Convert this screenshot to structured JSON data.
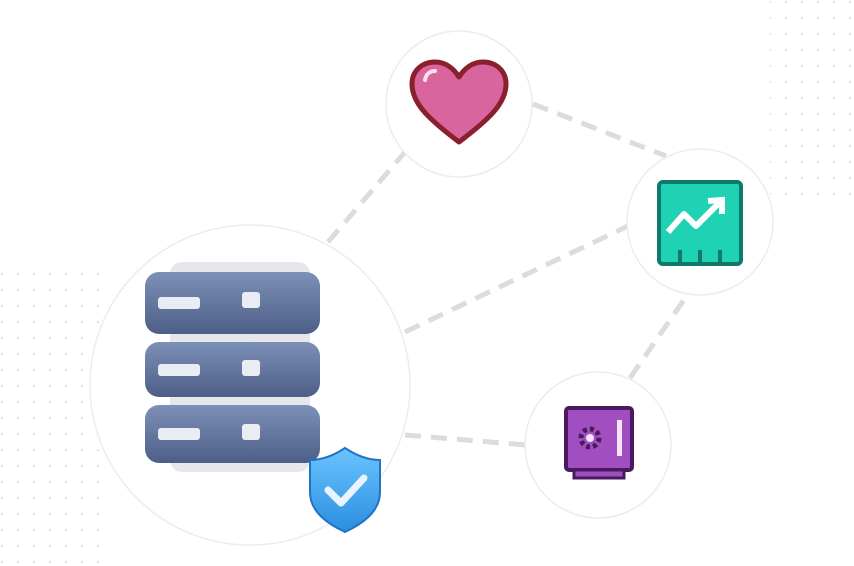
{
  "nodes": [
    {
      "id": "server",
      "icon": "server-stack-icon",
      "badge": "shield-check-icon"
    },
    {
      "id": "heart",
      "icon": "heart-icon"
    },
    {
      "id": "growth",
      "icon": "trend-chart-icon"
    },
    {
      "id": "safe",
      "icon": "safe-vault-icon"
    }
  ],
  "colors": {
    "server": "#5c6f98",
    "server_light": "#e8e9ec",
    "shield": "#3aa6f0",
    "heart_fill": "#d9659f",
    "heart_stroke": "#8a1f2e",
    "chart_fill": "#1fd2b4",
    "chart_stroke": "#0f7a6c",
    "safe_fill": "#a04ec0",
    "safe_stroke": "#4a1a5e",
    "connector": "#dcdcdc",
    "circle_border": "#ececec"
  }
}
